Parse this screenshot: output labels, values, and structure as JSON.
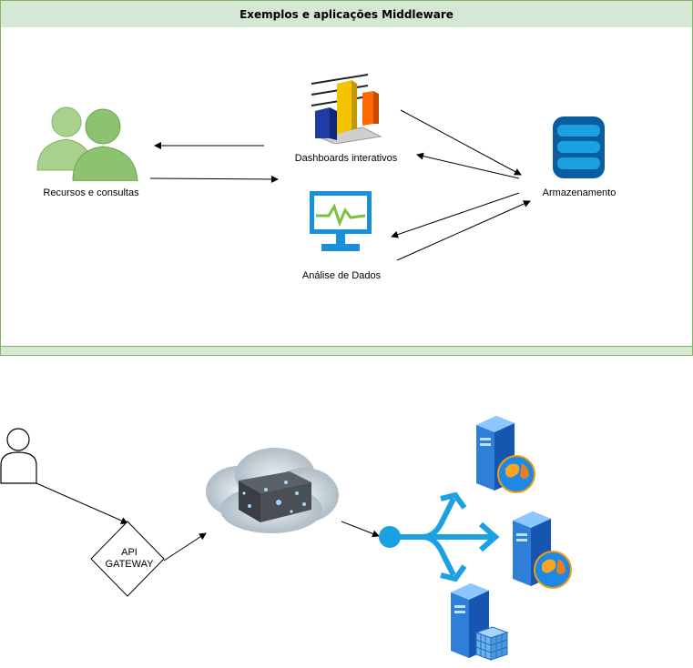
{
  "header": {
    "title": "Exemplos e aplicações Middleware"
  },
  "top_diagram": {
    "users": {
      "label": "Recursos e consultas",
      "icon": "users-icon"
    },
    "dashboards": {
      "label": "Dashboards interativos",
      "icon": "bar-chart-icon"
    },
    "analysis": {
      "label": "Análise de Dados",
      "icon": "monitor-pulse-icon"
    },
    "storage": {
      "label": "Armazenamento",
      "icon": "database-icon"
    }
  },
  "bottom_diagram": {
    "user": {
      "icon": "user-icon"
    },
    "gateway": {
      "line1": "API",
      "line2": "GATEWAY"
    },
    "cloud": {
      "icon": "cloud-server-icon"
    },
    "load_balancer": {
      "icon": "load-balancer-icon"
    },
    "servers": [
      {
        "icon": "web-server-icon"
      },
      {
        "icon": "web-server-icon"
      },
      {
        "icon": "database-server-icon"
      }
    ]
  },
  "colors": {
    "panel_fill": "#d5e8d4",
    "panel_stroke": "#82b366",
    "db_blue": "#0b5da0",
    "monitor_blue": "#1a90d8",
    "users_green": "#8dc26f",
    "lb_cyan": "#1ba1e2"
  }
}
